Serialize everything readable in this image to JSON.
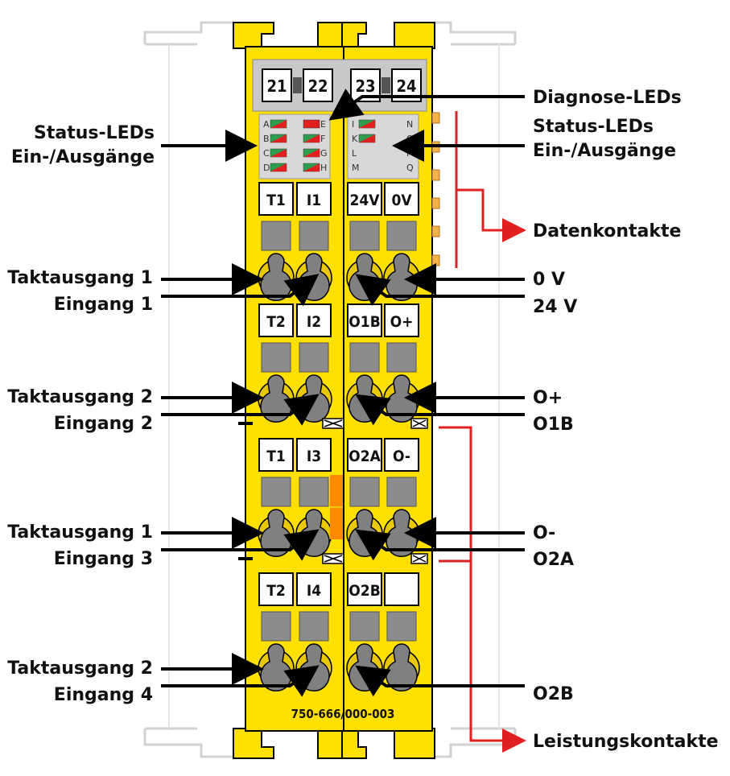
{
  "module": {
    "part_number": "750-666/000-003",
    "top_terminals_left": [
      "21",
      "22"
    ],
    "top_terminals_right": [
      "23",
      "24"
    ],
    "led_letters_left": [
      [
        "A",
        "E"
      ],
      [
        "B",
        "F"
      ],
      [
        "C",
        "G"
      ],
      [
        "D",
        "H"
      ]
    ],
    "led_letters_right": [
      [
        "I",
        "N"
      ],
      [
        "K",
        "O"
      ],
      [
        "L",
        "P"
      ],
      [
        "M",
        "Q"
      ]
    ],
    "terminal_rows": [
      [
        "T1",
        "I1",
        "24V",
        "0V"
      ],
      [
        "T2",
        "I2",
        "O1B",
        "O+"
      ],
      [
        "T1",
        "I3",
        "O2A",
        "O-"
      ],
      [
        "T2",
        "I4",
        "O2B",
        ""
      ]
    ]
  },
  "labels": {
    "status_leds_left": [
      "Status-LEDs",
      "Ein-/Ausgänge"
    ],
    "status_leds_right": [
      "Status-LEDs",
      "Ein-/Ausgänge"
    ],
    "diagnose_leds": "Diagnose-LEDs",
    "datenkontakte": "Datenkontakte",
    "leistungskontakte": "Leistungskontakte",
    "left": [
      [
        "Taktausgang 1",
        "Eingang 1"
      ],
      [
        "Taktausgang 2",
        "Eingang 2"
      ],
      [
        "Taktausgang 1",
        "Eingang 3"
      ],
      [
        "Taktausgang 2",
        "Eingang 4"
      ]
    ],
    "right": [
      [
        "0 V",
        "24 V"
      ],
      [
        "O+",
        "O1B"
      ],
      [
        "O-",
        "O2A"
      ],
      [
        "",
        "O2B"
      ]
    ]
  },
  "colors": {
    "housing_yellow": "#ffe000",
    "housing_dark_yellow": "#e8c800",
    "grey_slot": "#8c8c8c",
    "screw": "#808080",
    "red": "#e02020",
    "orange": "#ff8a00",
    "led_green": "#2e9e4e",
    "led_red": "#e02020",
    "arrow": "#000000",
    "rail_grey": "#d0d0d0"
  }
}
